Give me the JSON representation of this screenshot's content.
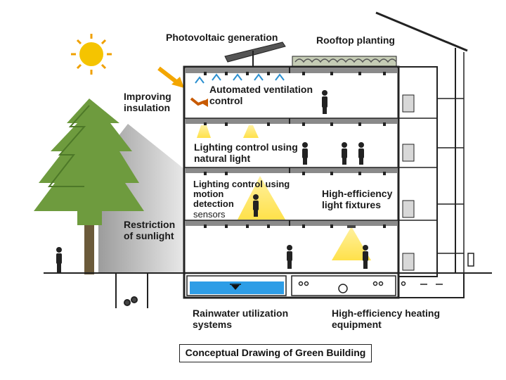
{
  "labels": {
    "photovoltaic": "Photovoltaic generation",
    "rooftop": "Rooftop planting",
    "insulation": "Improving\ninsulation",
    "ventilation": "Automated ventilation\ncontrol",
    "lighting_natural": "Lighting control using\nnatural light",
    "lighting_motion": "Lighting control using\nmotion\ndetection",
    "sensors": "sensors",
    "fixtures": "High-efficiency\nlight fixtures",
    "sunlight": "Restriction\nof sunlight",
    "rainwater": "Rainwater utilization\nsystems",
    "heating": "High-efficiency heating\nequipment"
  },
  "caption": "Conceptual Drawing of Green Building",
  "icons": [
    "sun-icon",
    "arrow-icon",
    "tree-icon",
    "person-icon",
    "lamp-icon",
    "fan-icon",
    "water-tank-icon"
  ],
  "colors": {
    "sun": "#f5c400",
    "light": "#ffe66b",
    "water": "#2e9de6",
    "building": "#333333",
    "roof_gray": "#8a8a8a",
    "tree": "#6e9b3e"
  }
}
